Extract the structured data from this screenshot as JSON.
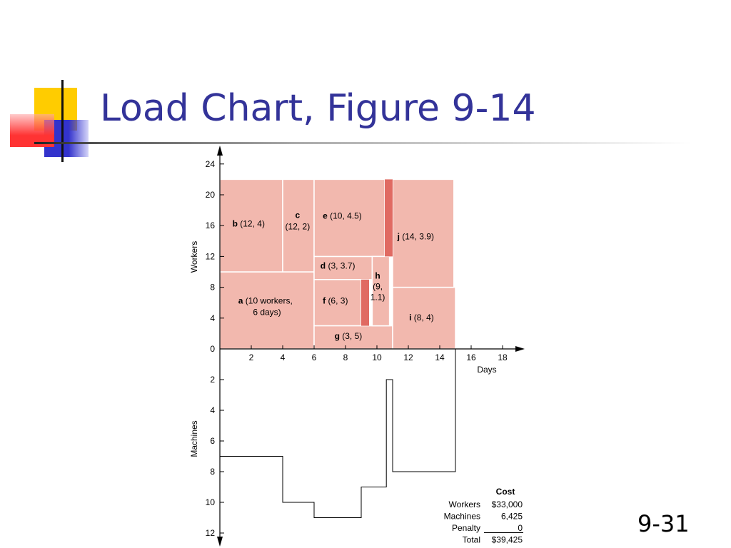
{
  "slide": {
    "title": "Load Chart, Figure 9-14",
    "page_number": "9-31"
  },
  "colors": {
    "title": "#333399",
    "block_fill": "#f2b8ae",
    "block_dark": "#e06a62",
    "deco_yellow": "#ffcc00",
    "deco_red": "#ff3333",
    "deco_blue": "#3333cc"
  },
  "chart_data": {
    "type": "load-chart",
    "workers_panel": {
      "xlabel": "Days",
      "ylabel": "Workers",
      "x_ticks": [
        2,
        4,
        6,
        8,
        10,
        12,
        14,
        16,
        18
      ],
      "y_ticks": [
        0,
        4,
        8,
        12,
        16,
        20,
        24
      ],
      "activities": [
        {
          "id": "a",
          "text": "(10 workers,",
          "text2": "6 days)",
          "x0": 0,
          "x1": 6,
          "y0": 0,
          "y1": 10
        },
        {
          "id": "b",
          "text": "(12, 4)",
          "x0": 0,
          "x1": 4,
          "y0": 10,
          "y1": 22
        },
        {
          "id": "c",
          "text": "(12, 2)",
          "x0": 4,
          "x1": 6,
          "y0": 10,
          "y1": 22
        },
        {
          "id": "d",
          "text": "(3, 3.7)",
          "x0": 6,
          "x1": 9.7,
          "y0": 9,
          "y1": 12
        },
        {
          "id": "e",
          "text": "(10, 4.5)",
          "x0": 6,
          "x1": 10.5,
          "y0": 12,
          "y1": 22
        },
        {
          "id": "f",
          "text": "(6, 3)",
          "x0": 6,
          "x1": 9,
          "y0": 3,
          "y1": 9
        },
        {
          "id": "g",
          "text": "(3, 5)",
          "x0": 6,
          "x1": 11,
          "y0": 0,
          "y1": 3
        },
        {
          "id": "h",
          "text": "(9,",
          "text2": "1.1)",
          "x0": 9.7,
          "x1": 10.8,
          "y0": 3,
          "y1": 12
        },
        {
          "id": "i",
          "text": "(8, 4)",
          "x0": 11,
          "x1": 15,
          "y0": 0,
          "y1": 8
        },
        {
          "id": "j",
          "text": "(14, 3.9)",
          "x0": 11,
          "x1": 14.9,
          "y0": 8,
          "y1": 22
        }
      ],
      "dark_bars": [
        {
          "x0": 9,
          "x1": 9.5,
          "y0": 3,
          "y1": 9
        },
        {
          "x0": 10.5,
          "x1": 11,
          "y0": 12,
          "y1": 22
        }
      ]
    },
    "machines_panel": {
      "ylabel": "Machines",
      "y_ticks": [
        2,
        4,
        6,
        8,
        10,
        12
      ],
      "steps": [
        {
          "x0": 0,
          "x1": 4,
          "y": 7
        },
        {
          "x0": 4,
          "x1": 6,
          "y": 10
        },
        {
          "x0": 6,
          "x1": 9,
          "y": 11
        },
        {
          "x0": 9,
          "x1": 10.6,
          "y": 9
        },
        {
          "x0": 10.6,
          "x1": 11,
          "y": 2
        },
        {
          "x0": 11,
          "x1": 15,
          "y": 8
        }
      ]
    },
    "cost_table": {
      "heading": "Cost",
      "rows": [
        {
          "label": "Workers",
          "value": "$33,000"
        },
        {
          "label": "Machines",
          "value": "6,425"
        },
        {
          "label": "Penalty",
          "value": "0"
        },
        {
          "label": "Total",
          "value": "$39,425"
        }
      ]
    }
  }
}
